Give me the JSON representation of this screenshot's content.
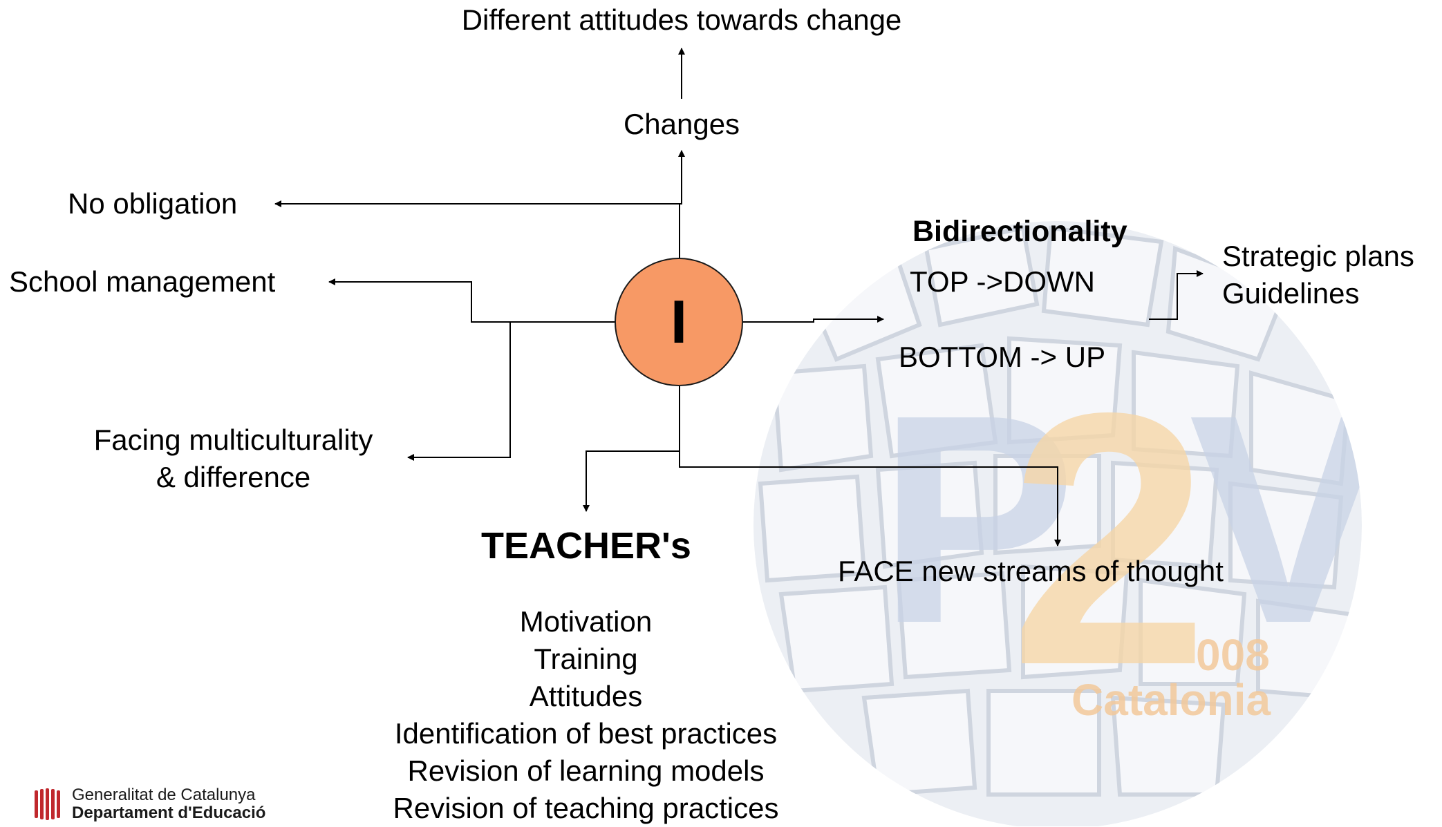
{
  "center_node": {
    "label": "I",
    "fill_color": "#f79965"
  },
  "top_branch": {
    "changes": "Changes",
    "attitudes": "Different attitudes towards change"
  },
  "left_branch": {
    "no_obligation": "No obligation",
    "school_management": "School management",
    "multiculturality_line1": "Facing multiculturality",
    "multiculturality_line2": "& difference"
  },
  "right_branch": {
    "heading": "Bidirectionality",
    "top_down": "TOP ->DOWN",
    "bottom_up": "BOTTOM -> UP",
    "strategic_plans": "Strategic plans",
    "guidelines": "Guidelines"
  },
  "bottom_branch": {
    "teachers_heading": "TEACHER's",
    "teacher_items": [
      "Motivation",
      "Training",
      "Attitudes",
      "Identification of best practices",
      "Revision of learning models",
      "Revision of teaching practices"
    ],
    "face_streams": "FACE new streams of thought"
  },
  "watermark": {
    "letters": "P2V",
    "year_suffix": "008",
    "place": "Catalonia",
    "colors": {
      "p_v": "#c9d3e6",
      "two": "#f6d7a8",
      "mosaic": "#d9dde6"
    }
  },
  "footer": {
    "line1": "Generalitat de Catalunya",
    "line2": "Departament d'Educació",
    "logo_color": "#c0282d"
  }
}
